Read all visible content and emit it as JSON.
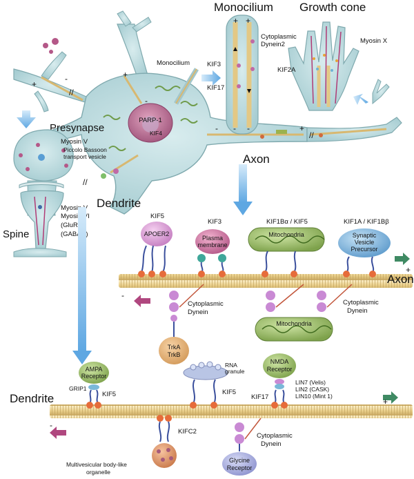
{
  "neuron": {
    "monocilium_label": "Monocilium",
    "parp_label": "PARP-1",
    "kif4_label": "KIF4",
    "axon_label": "Axon",
    "dendrite_label": "Dendrite"
  },
  "monocilium_panel": {
    "title": "Monocilium",
    "kif3": "KIF3",
    "kif17": "KIF17",
    "dynein_line1": "Cytoplasmic",
    "dynein_line2": "Dynein2"
  },
  "growth_cone": {
    "title": "Growth cone",
    "myosin": "Myosin X",
    "kif2a": "KIF2A"
  },
  "presynapse": {
    "title": "Presynapse",
    "myosin_v": "Myosin V",
    "piccolo_line1": "Piccolo Bassoon",
    "piccolo_line2": "transport vesicle"
  },
  "spine": {
    "title": "Spine",
    "myosin_v": "Myosin V",
    "myosin_vi": "Myosin VI",
    "glur1": "(GluR1)",
    "gabar": "(GABAR)"
  },
  "axon_panel": {
    "title": "Axon",
    "motor_kif5": "KIF5",
    "motor_kif3": "KIF3",
    "motor_kif1b_kif5": "KIF1Bα / KIF5",
    "motor_kif1a_kif1b": "KIF1A / KIF1Bβ",
    "cargo_apoer2": "APOER2",
    "cargo_plasma_line1": "Plasma",
    "cargo_plasma_line2": "membrane",
    "cargo_mito_top": "Mitochondria",
    "cargo_svp_line1": "Synaptic",
    "cargo_svp_line2": "Vesicle",
    "cargo_svp_line3": "Precursor",
    "dynein1_line1": "Cytoplasmic",
    "dynein1_line2": "Dynein",
    "dynein2_line1": "Cytoplasmic",
    "dynein2_line2": "Dynein",
    "trka": "TrkA",
    "trkb": "TrkB",
    "cargo_mito_bottom": "Mitochondria",
    "plus": "+",
    "minus": "-"
  },
  "dendrite_panel": {
    "title": "Dendrite",
    "ampa_line1": "AMPA",
    "ampa_line2": "Receptor",
    "grip1": "GRIP1",
    "kif5_a": "KIF5",
    "rna_line1": "RNA",
    "rna_line2": "granule",
    "kif5_b": "KIF5",
    "nmda_line1": "NMDA",
    "nmda_line2": "Receptor",
    "kif17": "KIF17",
    "lin7": "LIN7 (Velis)",
    "lin2": "LIN2 (CASK)",
    "lin10": "LIN10 (Mint 1)",
    "kifc2": "KIFC2",
    "mvb_line1": "Multivesicular body-like",
    "mvb_line2": "organelle",
    "dynein_line1": "Cytoplasmic",
    "dynein_line2": "Dynein",
    "glycine_line1": "Glycine",
    "glycine_line2": "Receptor",
    "plus": "+",
    "minus": "-"
  },
  "colors": {
    "cell_body": "#bcd9dc",
    "cell_outline": "#7fa9ae",
    "nucleus": "#c07b9c",
    "microtubule": "#f0d9a0",
    "plus_arrow": "#3f8a63",
    "minus_arrow": "#b0477f",
    "blue_arrow": "#6aaee0"
  }
}
